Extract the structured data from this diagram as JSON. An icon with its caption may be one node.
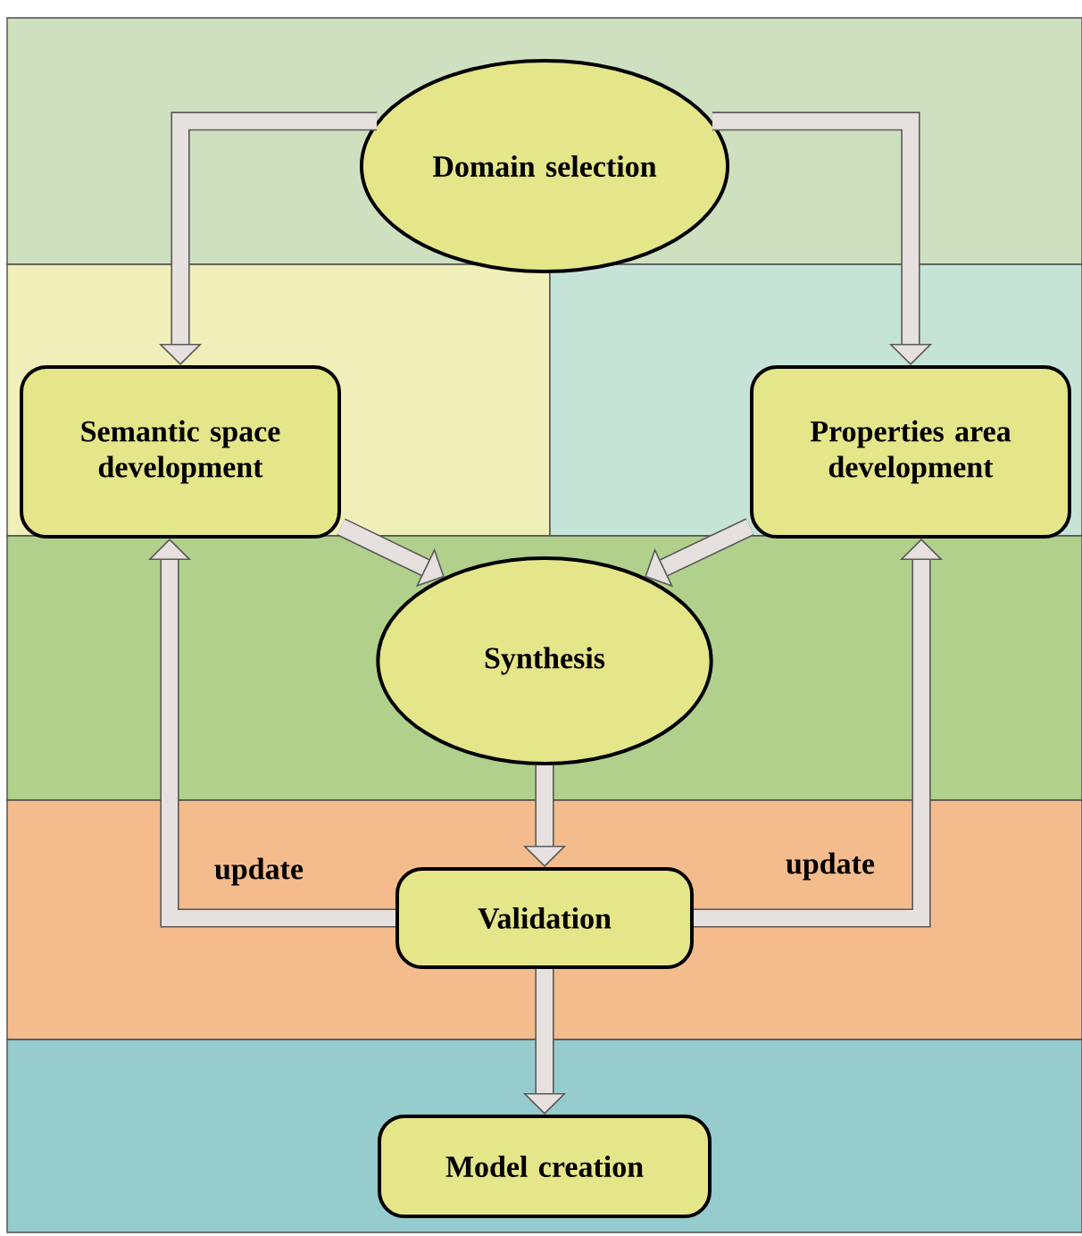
{
  "diagram": {
    "nodes": [
      {
        "text": [
          "Domain selection"
        ]
      },
      {
        "text": [
          "Semantic space development"
        ]
      },
      {
        "text": [
          "Properties area development"
        ]
      },
      {
        "text": [
          "Synthesis"
        ]
      },
      {
        "text": [
          "Validation"
        ]
      },
      {
        "text": [
          "Model creation"
        ]
      }
    ],
    "edges": [
      {
        "from": 0,
        "to": 1,
        "arrow": "to"
      },
      {
        "from": 0,
        "to": 2,
        "arrow": "to"
      },
      {
        "from": 1,
        "to": 3,
        "arrow": "to"
      },
      {
        "from": 2,
        "to": 3,
        "arrow": "to"
      },
      {
        "from": 3,
        "to": 4,
        "arrow": "to"
      },
      {
        "from": 4,
        "to": 1,
        "arrow": "to",
        "label": "update"
      },
      {
        "from": 4,
        "to": 2,
        "arrow": "to",
        "label": "update"
      },
      {
        "from": 4,
        "to": 5,
        "arrow": "to"
      }
    ]
  }
}
